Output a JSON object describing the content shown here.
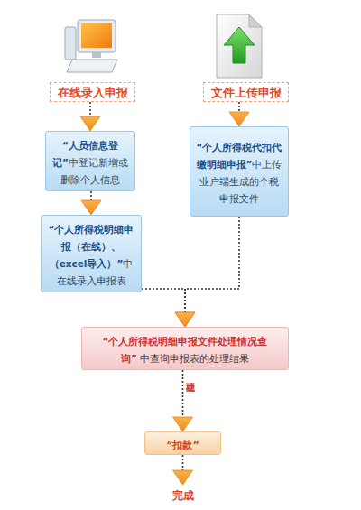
{
  "diagram": {
    "nodes": [
      {
        "text": [
          "在线录入申报"
        ]
      },
      {
        "text": [
          "文件上传申报"
        ]
      },
      {
        "text": [
          "“人员信息登记”",
          "中登记新增或删除个人信息"
        ]
      },
      {
        "text": [
          "“个人所得税代扣代缴明细申报”",
          "中上传业户端生成的个税申报文件"
        ]
      },
      {
        "text": [
          "“个人所得税明细申报（在线）、（excel导入）”",
          "中在线录入申报表"
        ]
      },
      {
        "text": [
          "“个人所得税明细申报文件处理情况查询”",
          "中查询申报表的处理结果"
        ]
      },
      {
        "text": [
          "“扣款”"
        ]
      },
      {
        "text": [
          "完成"
        ]
      }
    ],
    "edges": [
      {
        "from": 0,
        "to": 2,
        "arrow": "to"
      },
      {
        "from": 2,
        "to": 4,
        "arrow": "to"
      },
      {
        "from": 1,
        "to": 3,
        "arrow": "to"
      },
      {
        "from": 4,
        "to": 5,
        "arrow": "to"
      },
      {
        "from": 3,
        "to": 5,
        "arrow": "to"
      },
      {
        "from": 5,
        "to": 6,
        "label": "处理成功",
        "arrow": "to"
      },
      {
        "from": 6,
        "to": 7,
        "arrow": "to"
      }
    ]
  }
}
